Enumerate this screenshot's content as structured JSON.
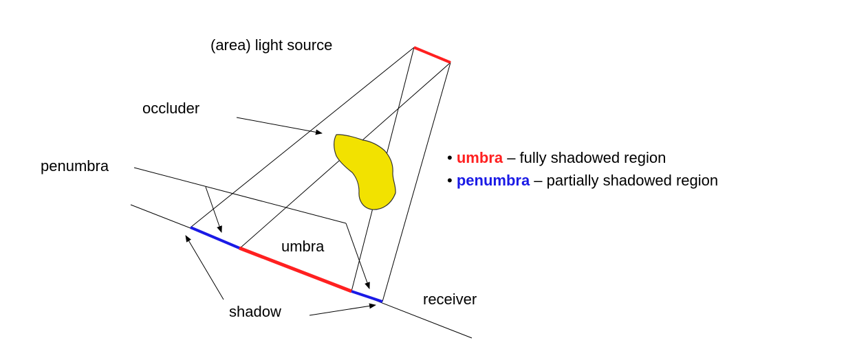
{
  "labels": {
    "light_source": "(area) light source",
    "occluder": "occluder",
    "penumbra": "penumbra",
    "umbra": "umbra",
    "shadow": "shadow",
    "receiver": "receiver"
  },
  "legend": [
    {
      "bullet": "•",
      "term": "umbra",
      "rest": " – fully shadowed region",
      "color": "#ff2020"
    },
    {
      "bullet": "•",
      "term": "penumbra",
      "rest": " – partially shadowed region",
      "color": "#1a1ae6"
    }
  ],
  "colors": {
    "light": "#ff2020",
    "umbra": "#ff2020",
    "penumbra": "#1a1ae6",
    "occluder_fill": "#f2e200",
    "line": "#000000"
  }
}
